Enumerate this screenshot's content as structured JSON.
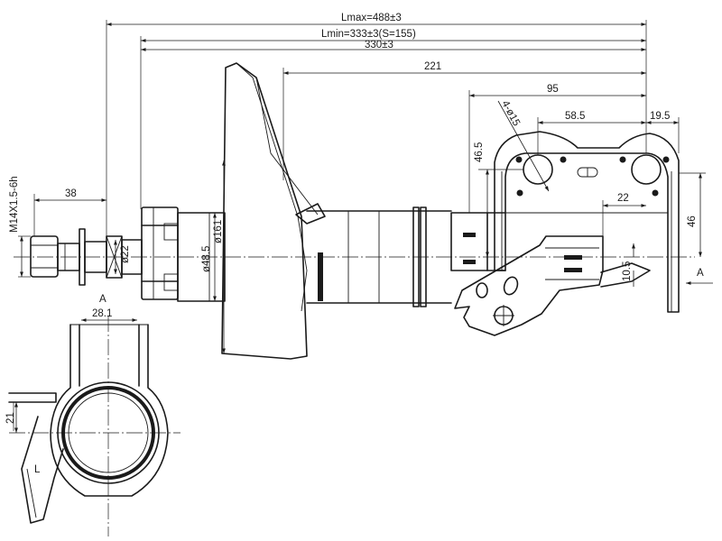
{
  "dimensions": {
    "lmax": "Lmax=488±3",
    "lmin": "Lmin=333±3(S=155)",
    "l330": "330±3",
    "d221": "221",
    "d95": "95",
    "d58": "58.5",
    "d19": "19.5",
    "d22h": "22",
    "d46v": "46.5",
    "d46": "46",
    "d105": "10.5",
    "holes": "4-ø15",
    "d38": "38",
    "thread": "M14X1.5-6h",
    "dia22": "ø22",
    "dia48": "ø48.5",
    "dia161": "ø161",
    "d281": "28.1",
    "d21": "21"
  },
  "labels": {
    "section_a_right": "A",
    "section_a_view": "A",
    "angle_l": "L"
  },
  "colors": {
    "line": "#1a1a1a",
    "background": "#ffffff"
  }
}
